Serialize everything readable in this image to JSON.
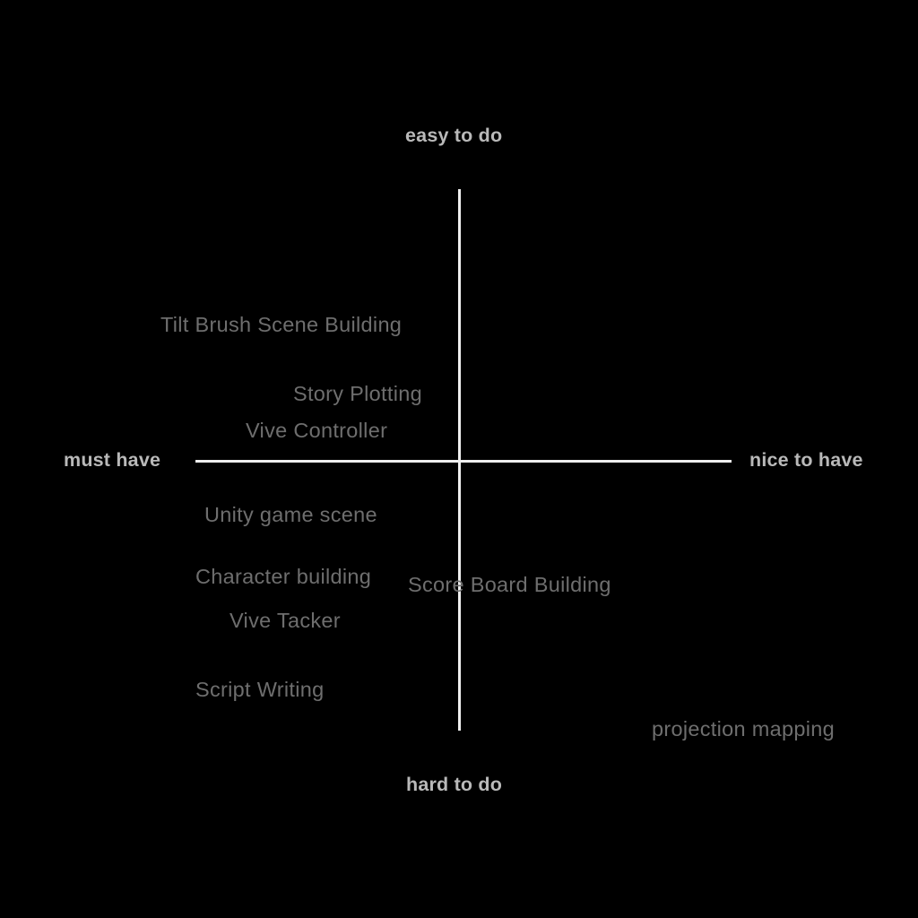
{
  "background_color": "#000000",
  "axis_color": "#efefef",
  "axis_label_color": "#b9b9b9",
  "item_label_color": "#6e6e6e",
  "axes": {
    "top": "easy to do",
    "bottom": "hard to do",
    "left": "must have",
    "right": "nice to have"
  },
  "chart_data": {
    "type": "scatter",
    "title": "",
    "xlabel": "",
    "ylabel": "",
    "grid": false,
    "legend": null,
    "xlim": [
      -1,
      1
    ],
    "ylim": [
      -1,
      1
    ],
    "x_axis_labels": {
      "min": "must have",
      "max": "nice to have"
    },
    "y_axis_labels": {
      "min": "hard to do",
      "max": "easy to do"
    },
    "labels": [
      "Tilt Brush Scene Building",
      "Story Plotting",
      "Vive Controller",
      "Unity game scene",
      "Character building",
      "Score Board Building",
      "Vive Tacker",
      "Script Writing",
      "projection mapping"
    ],
    "points": [
      {
        "label": "Tilt Brush Scene Building",
        "x": -0.47,
        "y": 0.5,
        "quadrant": "must have / easy to do"
      },
      {
        "label": "Story Plotting",
        "x": -0.27,
        "y": 0.24,
        "quadrant": "must have / easy to do"
      },
      {
        "label": "Vive Controller",
        "x": -0.32,
        "y": 0.11,
        "quadrant": "must have / easy to do"
      },
      {
        "label": "Unity game scene",
        "x": -0.38,
        "y": -0.2,
        "quadrant": "must have / hard to do"
      },
      {
        "label": "Character building",
        "x": -0.41,
        "y": -0.43,
        "quadrant": "must have / hard to do"
      },
      {
        "label": "Score Board Building",
        "x": 0.02,
        "y": -0.46,
        "quadrant": "nice to have / hard to do"
      },
      {
        "label": "Vive Tacker",
        "x": -0.36,
        "y": -0.59,
        "quadrant": "must have / hard to do"
      },
      {
        "label": "Script Writing",
        "x": -0.43,
        "y": -0.84,
        "quadrant": "must have / hard to do"
      },
      {
        "label": "projection mapping",
        "x": 0.69,
        "y": -0.99,
        "quadrant": "nice to have / hard to do"
      }
    ]
  }
}
